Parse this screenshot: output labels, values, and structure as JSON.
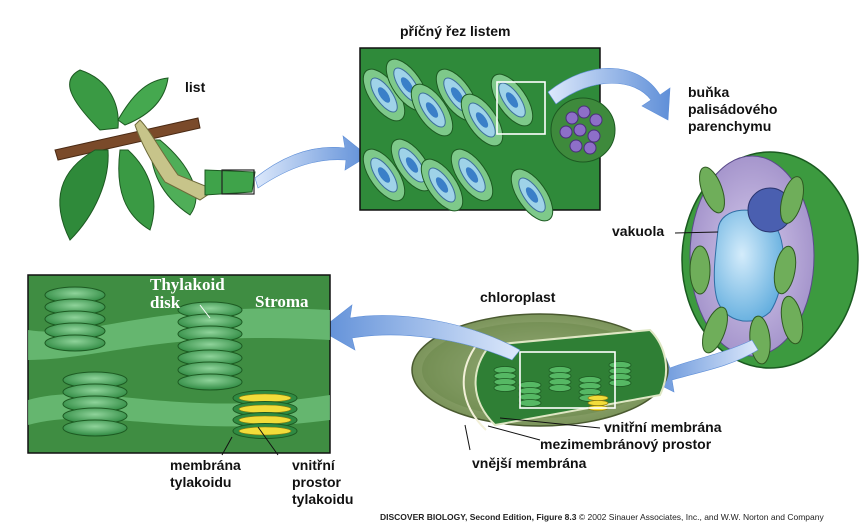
{
  "labels": {
    "leaf": "list",
    "cross_section": "příčný řez listem",
    "palisade_cell": [
      "buňka",
      "palisádového",
      "parenchymu"
    ],
    "vacuole": "vakuola",
    "chloroplast": "chloroplast",
    "thylakoid_disk": [
      "Thylakoid",
      "disk"
    ],
    "stroma": "Stroma",
    "inner_membrane": "vnitřní membrána",
    "intermembrane_space": "mezimembránový prostor",
    "outer_membrane": "vnější membrána",
    "thylakoid_membrane": [
      "membrána",
      "tylakoidu"
    ],
    "thylakoid_space": [
      "vnitřní",
      "prostor",
      "tylakoidu"
    ]
  },
  "credit": {
    "book": "DISCOVER BIOLOGY,",
    "edition": "Second Edition, Figure 8.3",
    "copyright": "© 2002 Sinauer Associates, Inc., and W.W. Norton and Company"
  },
  "colors": {
    "leaf_green": "#3fa34a",
    "dark_green": "#1f6e2c",
    "cell_purple": "#b7a6d6",
    "vacuole_blue": "#8cc8ec",
    "nucleus_blue": "#4a5fb0",
    "arrow_blue": "#7fa6e0",
    "yellow_lumen": "#f2dc3a",
    "stroma_bg": "#3d8a3f"
  }
}
